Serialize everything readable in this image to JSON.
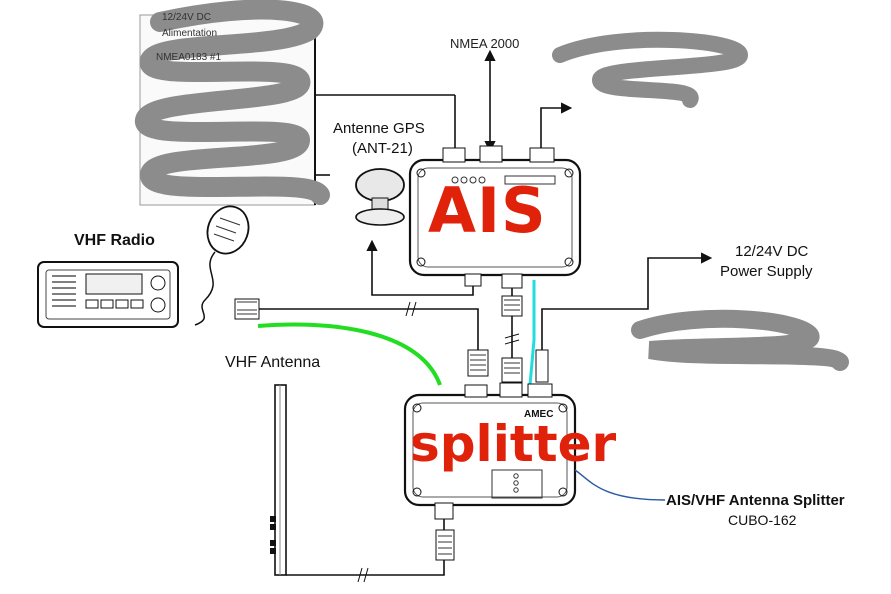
{
  "labels": {
    "gps_antenna_line1": "Antenne GPS",
    "gps_antenna_line2": "(ANT-21)",
    "vhf_radio": "VHF Radio",
    "power_line1": "12/24V DC",
    "power_line2": "Power Supply",
    "vhf_antenna": "VHF Antenna",
    "splitter_name": "AIS/VHF Antenna Splitter",
    "splitter_model": "CUBO-162",
    "nmea2000": "NMEA 2000",
    "left_12v": "12/24V DC",
    "left_alim": "Alimentation",
    "left_nmea": "NMEA0183 #1",
    "splitter_brand": "AMEC"
  },
  "overlays": {
    "ais_text": "AIS",
    "splitter_text": "splitter"
  },
  "colors": {
    "overlay_red": "#e0220b",
    "green_cable": "#22dd22",
    "cyan_cable": "#22dddd",
    "scribble_gray": "#8c8c8c",
    "splitter_leader": "#2a5aa0"
  }
}
